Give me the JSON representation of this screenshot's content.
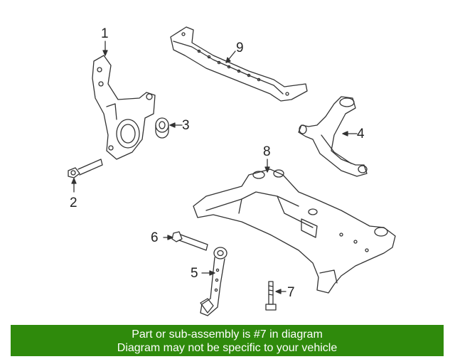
{
  "callouts": {
    "c1": "1",
    "c2": "2",
    "c3": "3",
    "c4": "4",
    "c5": "5",
    "c6": "6",
    "c7": "7",
    "c8": "8",
    "c9": "9"
  },
  "highlight_color": "#2f8a0c",
  "banner": {
    "line1": "Part or sub-assembly is #7 in diagram",
    "line2": "Diagram may not be specific to your vehicle"
  }
}
